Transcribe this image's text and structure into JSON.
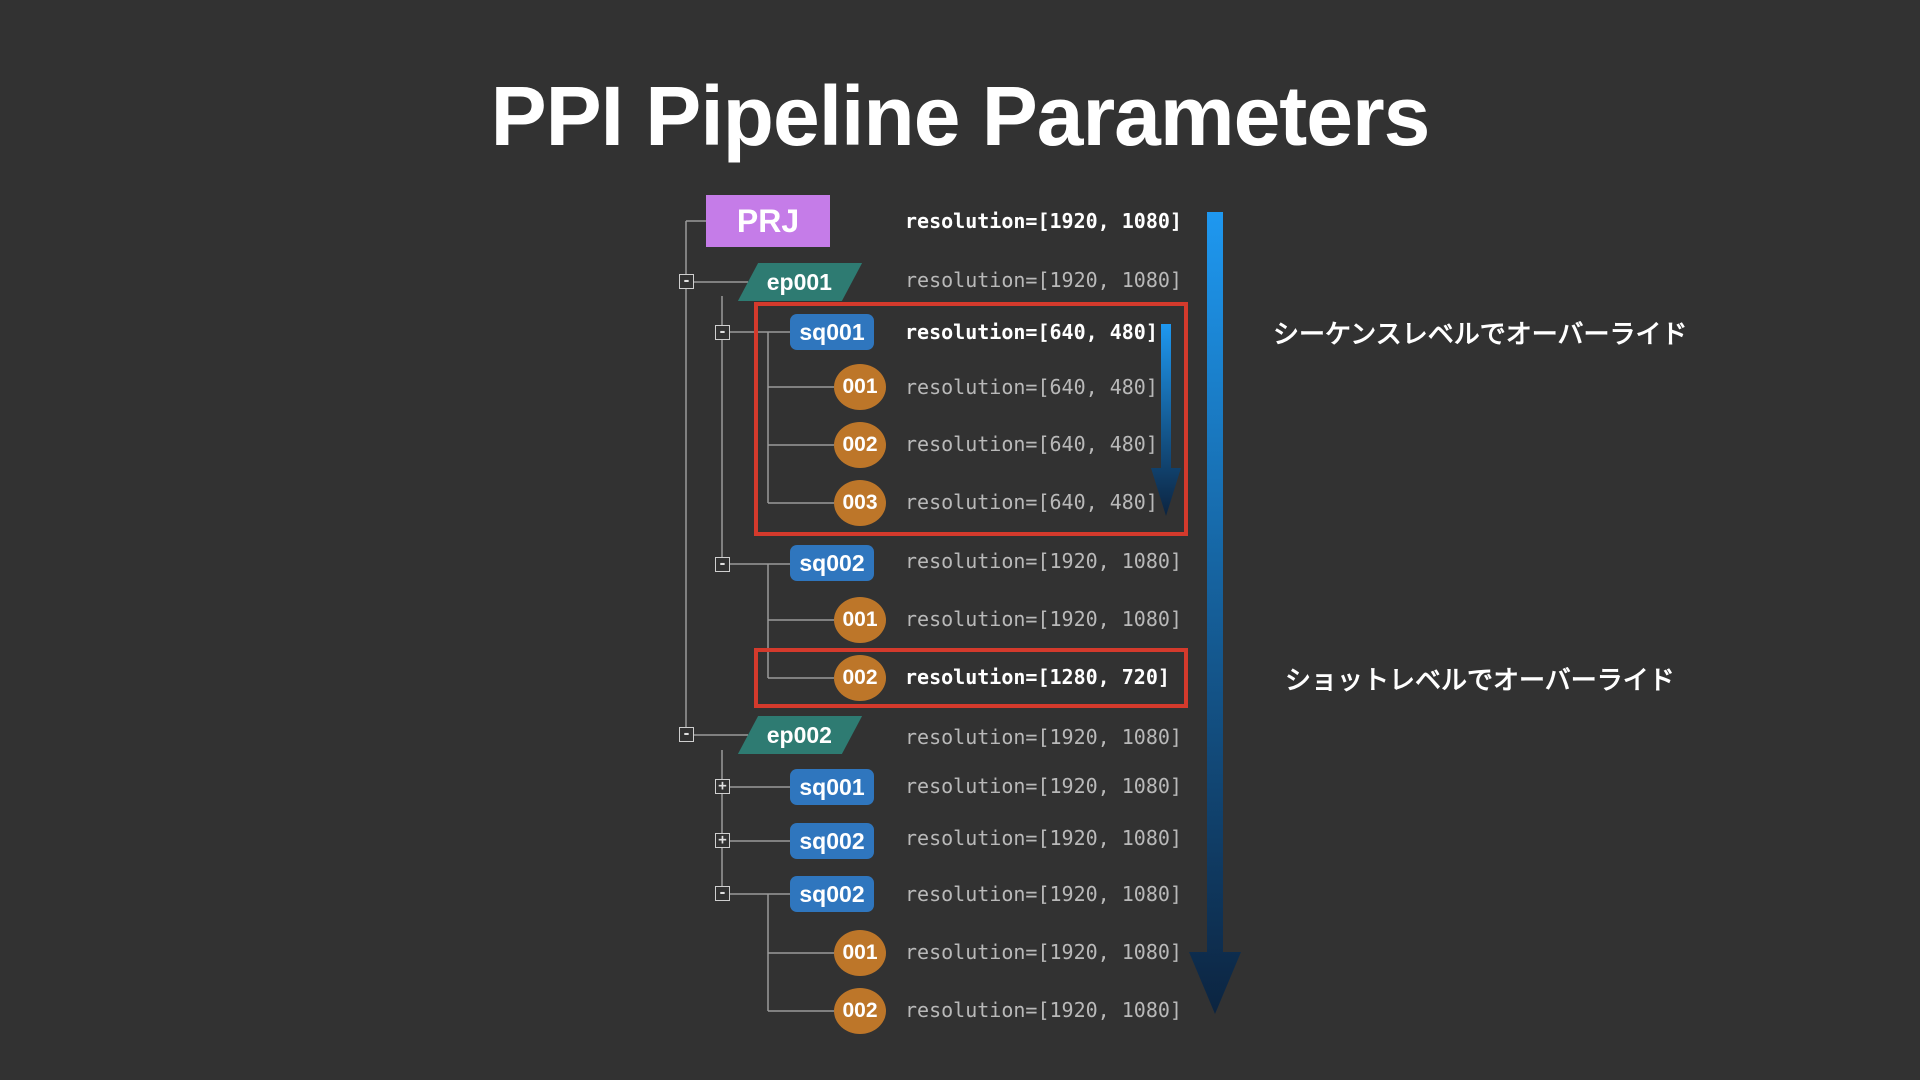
{
  "title": "PPI Pipeline Parameters",
  "tree": {
    "prj": {
      "label": "PRJ",
      "param": "resolution=[1920, 1080]",
      "bold": true
    },
    "ep001": {
      "label": "ep001",
      "toggle": "-",
      "param": "resolution=[1920, 1080]",
      "sq001": {
        "label": "sq001",
        "toggle": "-",
        "param": "resolution=[640, 480]",
        "bold": true,
        "shots": [
          {
            "label": "001",
            "param": "resolution=[640, 480]"
          },
          {
            "label": "002",
            "param": "resolution=[640, 480]"
          },
          {
            "label": "003",
            "param": "resolution=[640, 480]"
          }
        ]
      },
      "sq002": {
        "label": "sq002",
        "toggle": "-",
        "param": "resolution=[1920, 1080]",
        "shots": [
          {
            "label": "001",
            "param": "resolution=[1920, 1080]"
          },
          {
            "label": "002",
            "param": "resolution=[1280, 720]",
            "bold": true
          }
        ]
      }
    },
    "ep002": {
      "label": "ep002",
      "toggle": "-",
      "param": "resolution=[1920, 1080]",
      "sq001": {
        "label": "sq001",
        "toggle": "+",
        "param": "resolution=[1920, 1080]"
      },
      "sq002a": {
        "label": "sq002",
        "toggle": "+",
        "param": "resolution=[1920, 1080]"
      },
      "sq002b": {
        "label": "sq002",
        "toggle": "-",
        "param": "resolution=[1920, 1080]",
        "shots": [
          {
            "label": "001",
            "param": "resolution=[1920, 1080]"
          },
          {
            "label": "002",
            "param": "resolution=[1920, 1080]"
          }
        ]
      }
    }
  },
  "notes": {
    "sequence_override": "シーケンスレベルでオーバーライド",
    "shot_override": "ショットレベルでオーバーライド"
  },
  "colors": {
    "background": "#323232",
    "prj": "#c57ce8",
    "episode": "#2e7b72",
    "sequence": "#2f76be",
    "shot": "#bd7629",
    "highlight": "#d43a2c",
    "arrow_top": "#1e98f0",
    "arrow_bottom": "#0c2440"
  }
}
